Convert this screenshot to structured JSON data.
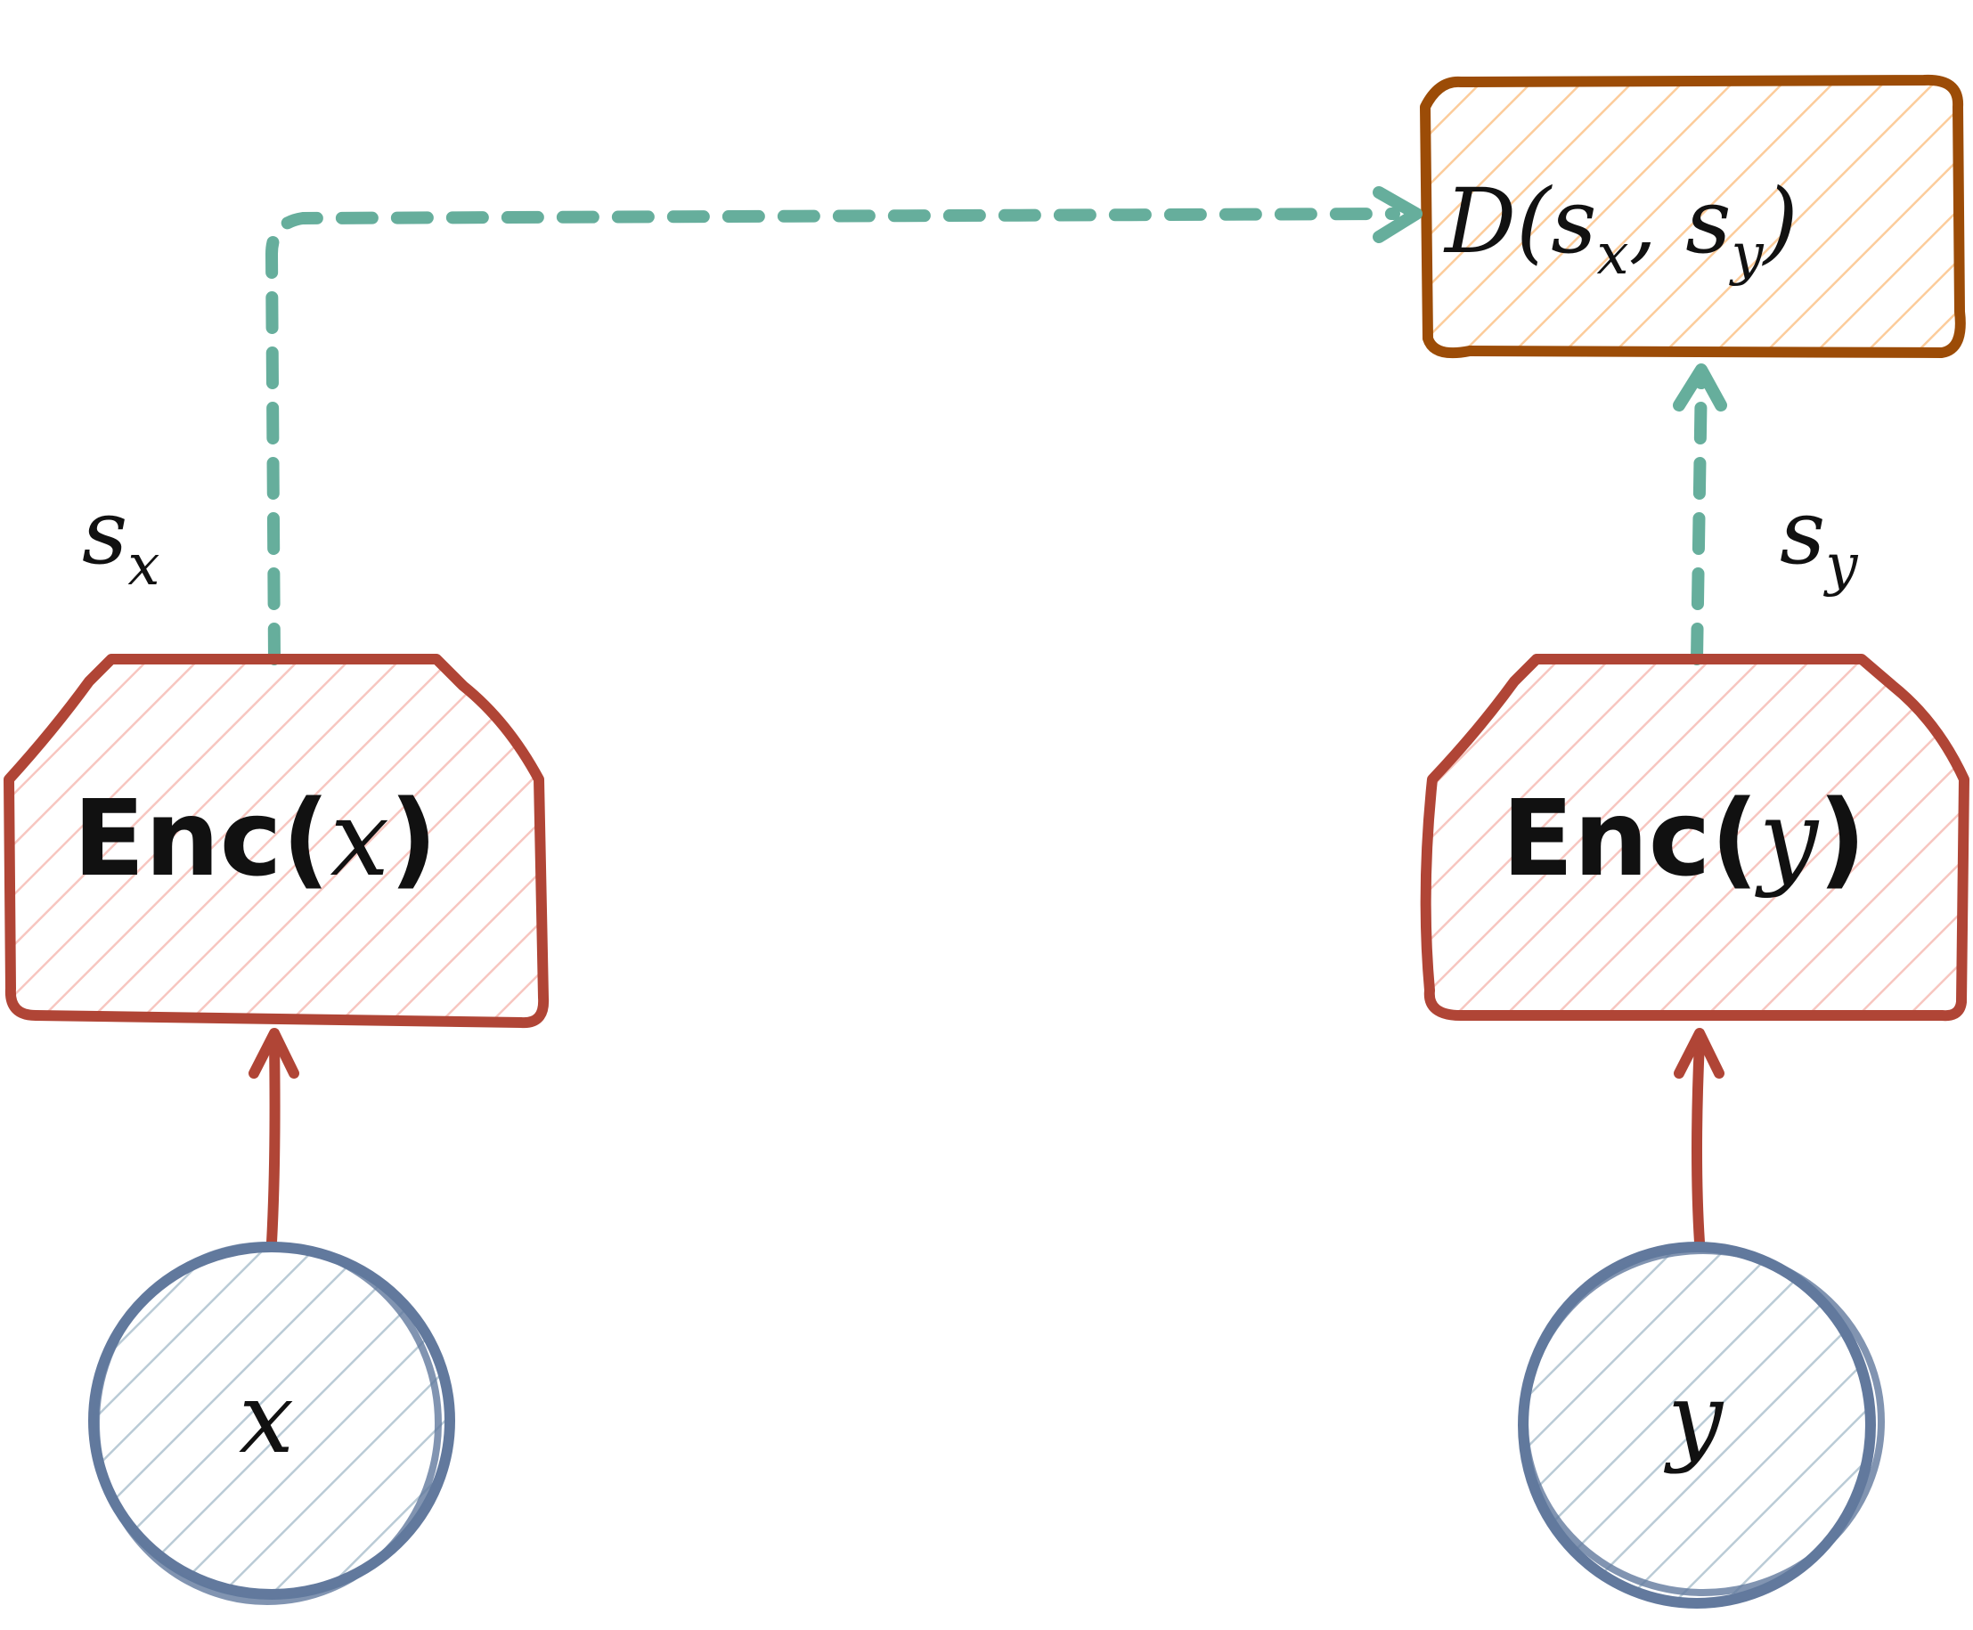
{
  "colors": {
    "encoder_stroke": "#b04536",
    "encoder_hatch": "#f5b3ab",
    "input_stroke": "#62799d",
    "input_hatch": "#b3c6d2",
    "decision_stroke": "#9c4c07",
    "decision_hatch": "#fbbf82",
    "dashed_arrow": "#66ae9c",
    "solid_arrow": "#b04536",
    "text": "#111111"
  },
  "nodes": {
    "input_x": {
      "label": "x"
    },
    "input_y": {
      "label": "y"
    },
    "enc_x": {
      "prefix": "Enc(",
      "var": "x",
      "suffix": ")"
    },
    "enc_y": {
      "prefix": "Enc(",
      "var": "y",
      "suffix": ")"
    },
    "decision": {
      "fn": "D(",
      "s1": "s",
      "sub1": "x",
      "comma": ", ",
      "s2": "s",
      "sub2": "y",
      "close": ")"
    }
  },
  "edge_labels": {
    "s_x": {
      "base": "s",
      "sub": "x"
    },
    "s_y": {
      "base": "s",
      "sub": "y"
    }
  },
  "edges": [
    {
      "from": "input_x",
      "to": "enc_x",
      "style": "solid"
    },
    {
      "from": "input_y",
      "to": "enc_y",
      "style": "solid"
    },
    {
      "from": "enc_x",
      "to": "decision",
      "style": "dashed"
    },
    {
      "from": "enc_y",
      "to": "decision",
      "style": "dashed"
    }
  ]
}
